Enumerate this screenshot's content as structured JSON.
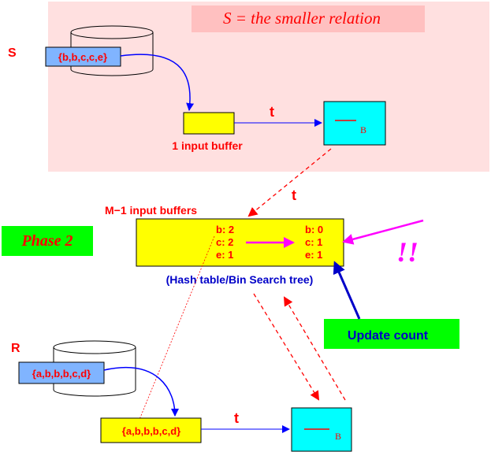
{
  "title": "S = the smaller relation",
  "phase_label": "Phase 2",
  "relation_s": {
    "label": "S",
    "set": "{b,b,c,c,e}",
    "buffer_label": "1 input buffer",
    "tuple": "t",
    "block": "B"
  },
  "hash_table": {
    "heading": "M−1 input buffers",
    "left_entries": [
      "b: 2",
      "c: 2",
      "e: 1"
    ],
    "right_entries": [
      "b: 0",
      "c: 1",
      "e: 1"
    ],
    "caption": "(Hash table/Bin Search tree)",
    "tuple": "t",
    "exclaim": "!!"
  },
  "update_count": "Update count",
  "relation_r": {
    "label": "R",
    "set": "{a,b,b,b,c,d}",
    "buffer_set": "{a,b,b,b,c,d}",
    "tuple": "t",
    "block": "B"
  },
  "colors": {
    "region_s": "#ffe0e0",
    "title_bg": "#ffc0c0",
    "red_text": "#ff0000",
    "set_box": "#80b4ff",
    "yellow": "#ffff00",
    "cyan": "#00ffff",
    "green": "#00ff00",
    "blue": "#0000ff",
    "magenta": "#ff00ff",
    "dark_blue": "#0000c8"
  }
}
